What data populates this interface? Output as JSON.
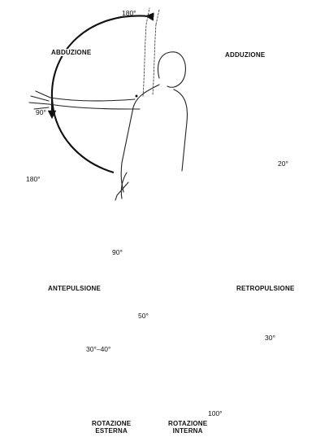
{
  "panels": {
    "abduzione": {
      "label": "ABDUZIONE",
      "angle_top": "180°",
      "angle_side": "90°"
    },
    "adduzione": {
      "label": "ADDUZIONE",
      "angle": "20°"
    },
    "antepulsione": {
      "label": "ANTEPULSIONE",
      "angle_top": "180°",
      "angle_side": "90°"
    },
    "retropulsione": {
      "label": "RETROPULSIONE",
      "angle": "50°"
    },
    "rotazione_esterna": {
      "label_line1": "ROTAZIONE",
      "label_line2": "ESTERNA",
      "angle": "30°–40°"
    },
    "rotazione_interna": {
      "label_line1": "ROTAZIONE",
      "label_line2": "INTERNA",
      "angle_top": "30°",
      "angle_side": "100°"
    }
  }
}
